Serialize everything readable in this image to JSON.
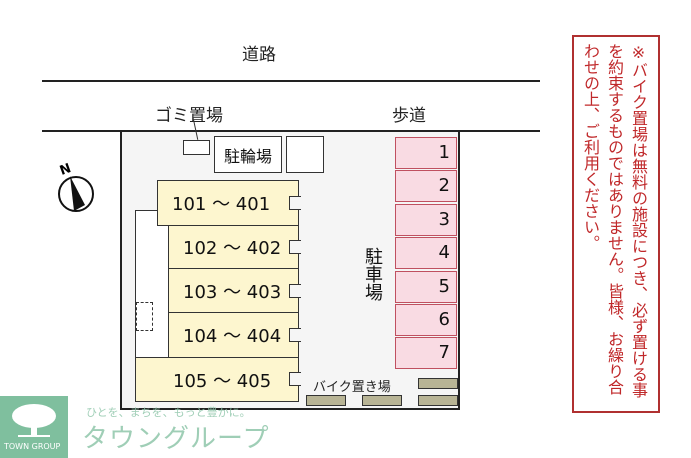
{
  "map": {
    "road_label": "道路",
    "sidewalk_label": "歩道",
    "garbage_label": "ゴミ置場",
    "bicycle_label": "駐輪場",
    "parking_label": "駐車場",
    "bike_parking_label": "バイク置き場",
    "compass_label": "N",
    "buildings": [
      {
        "label": "101 ～ 401"
      },
      {
        "label": "102 ～ 402"
      },
      {
        "label": "103 ～ 403"
      },
      {
        "label": "104 ～ 404"
      },
      {
        "label": "105 ～ 405"
      }
    ],
    "parking_spaces": [
      "1",
      "2",
      "3",
      "4",
      "5",
      "6",
      "7"
    ],
    "colors": {
      "building_fill": "#fdf6cf",
      "parking_fill": "#f9dbe3",
      "parking_border": "#c05060",
      "bike_fill": "#b8b495",
      "notice_red": "#c0282a"
    }
  },
  "notice": {
    "text": "※バイク置場は無料の施設につき、必ず置ける事を約束するものではありません。皆様、お繰り合わせの上、ご利用ください。"
  },
  "brand": {
    "tagline": "ひとを、まちを、もっと豊かに。",
    "name": "タウングループ",
    "logo_text": "TOWN GROUP",
    "color": "#7fbf9e"
  }
}
